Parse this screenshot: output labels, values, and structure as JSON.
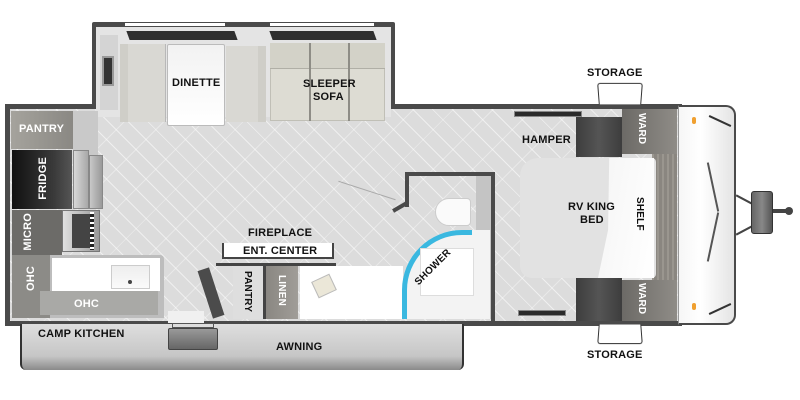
{
  "floorplan": {
    "labels": {
      "dinette": "DINETTE",
      "sleeper_sofa_1": "SLEEPER",
      "sleeper_sofa_2": "SOFA",
      "pantry_top": "PANTRY",
      "fridge": "FRIDGE",
      "micro": "MICRO",
      "ohc_left": "OHC",
      "ohc_bottom": "OHC",
      "camp_kitchen": "CAMP KITCHEN",
      "awning": "AWNING",
      "fireplace": "FIREPLACE",
      "ent_center": "ENT. CENTER",
      "pantry_mid": "PANTRY",
      "linen": "LINEN",
      "shower": "SHOWER",
      "hamper": "HAMPER",
      "bed_1": "RV KING",
      "bed_2": "BED",
      "shelf": "SHELF",
      "ward_top": "WARD",
      "ward_bottom": "WARD",
      "storage_top": "STORAGE",
      "storage_bottom": "STORAGE"
    },
    "colors": {
      "wall": "#4a4a4a",
      "floor": "#dcdcdc",
      "shower_accent": "#3ab8e0",
      "marker_light": "#f0a030",
      "cabinet_dark": "#4b4b4b",
      "ward": "#7a7670"
    }
  }
}
